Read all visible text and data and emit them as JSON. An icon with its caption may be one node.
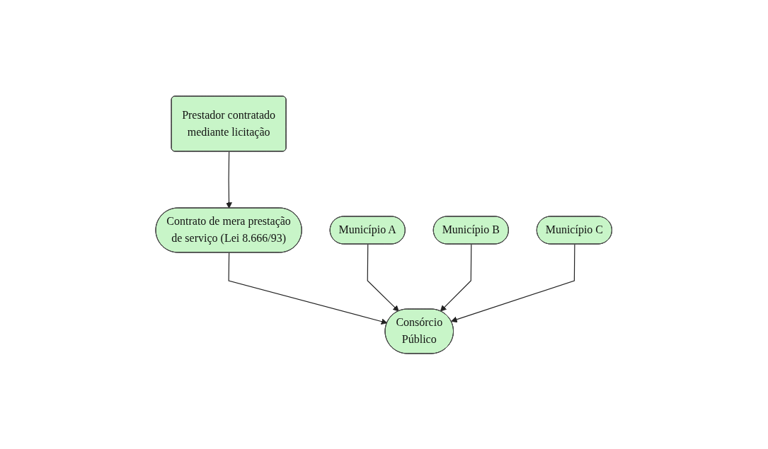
{
  "diagram": {
    "nodes": [
      {
        "text": [
          "Prestador contratado mediante licitação"
        ]
      },
      {
        "text": [
          "Contrato de mera prestação de serviço (Lei 8.666/93)"
        ]
      },
      {
        "text": [
          "Consórcio Público"
        ]
      },
      {
        "text": [
          "Município A"
        ]
      },
      {
        "text": [
          "Município B"
        ]
      },
      {
        "text": [
          "Município C"
        ]
      }
    ],
    "edges": [
      {
        "from": 0,
        "to": 1,
        "arrow": "to"
      },
      {
        "from": 1,
        "to": 2,
        "arrow": "to"
      },
      {
        "from": 3,
        "to": 2,
        "arrow": "to"
      },
      {
        "from": 4,
        "to": 2,
        "arrow": "to"
      },
      {
        "from": 5,
        "to": 2,
        "arrow": "to"
      }
    ]
  }
}
